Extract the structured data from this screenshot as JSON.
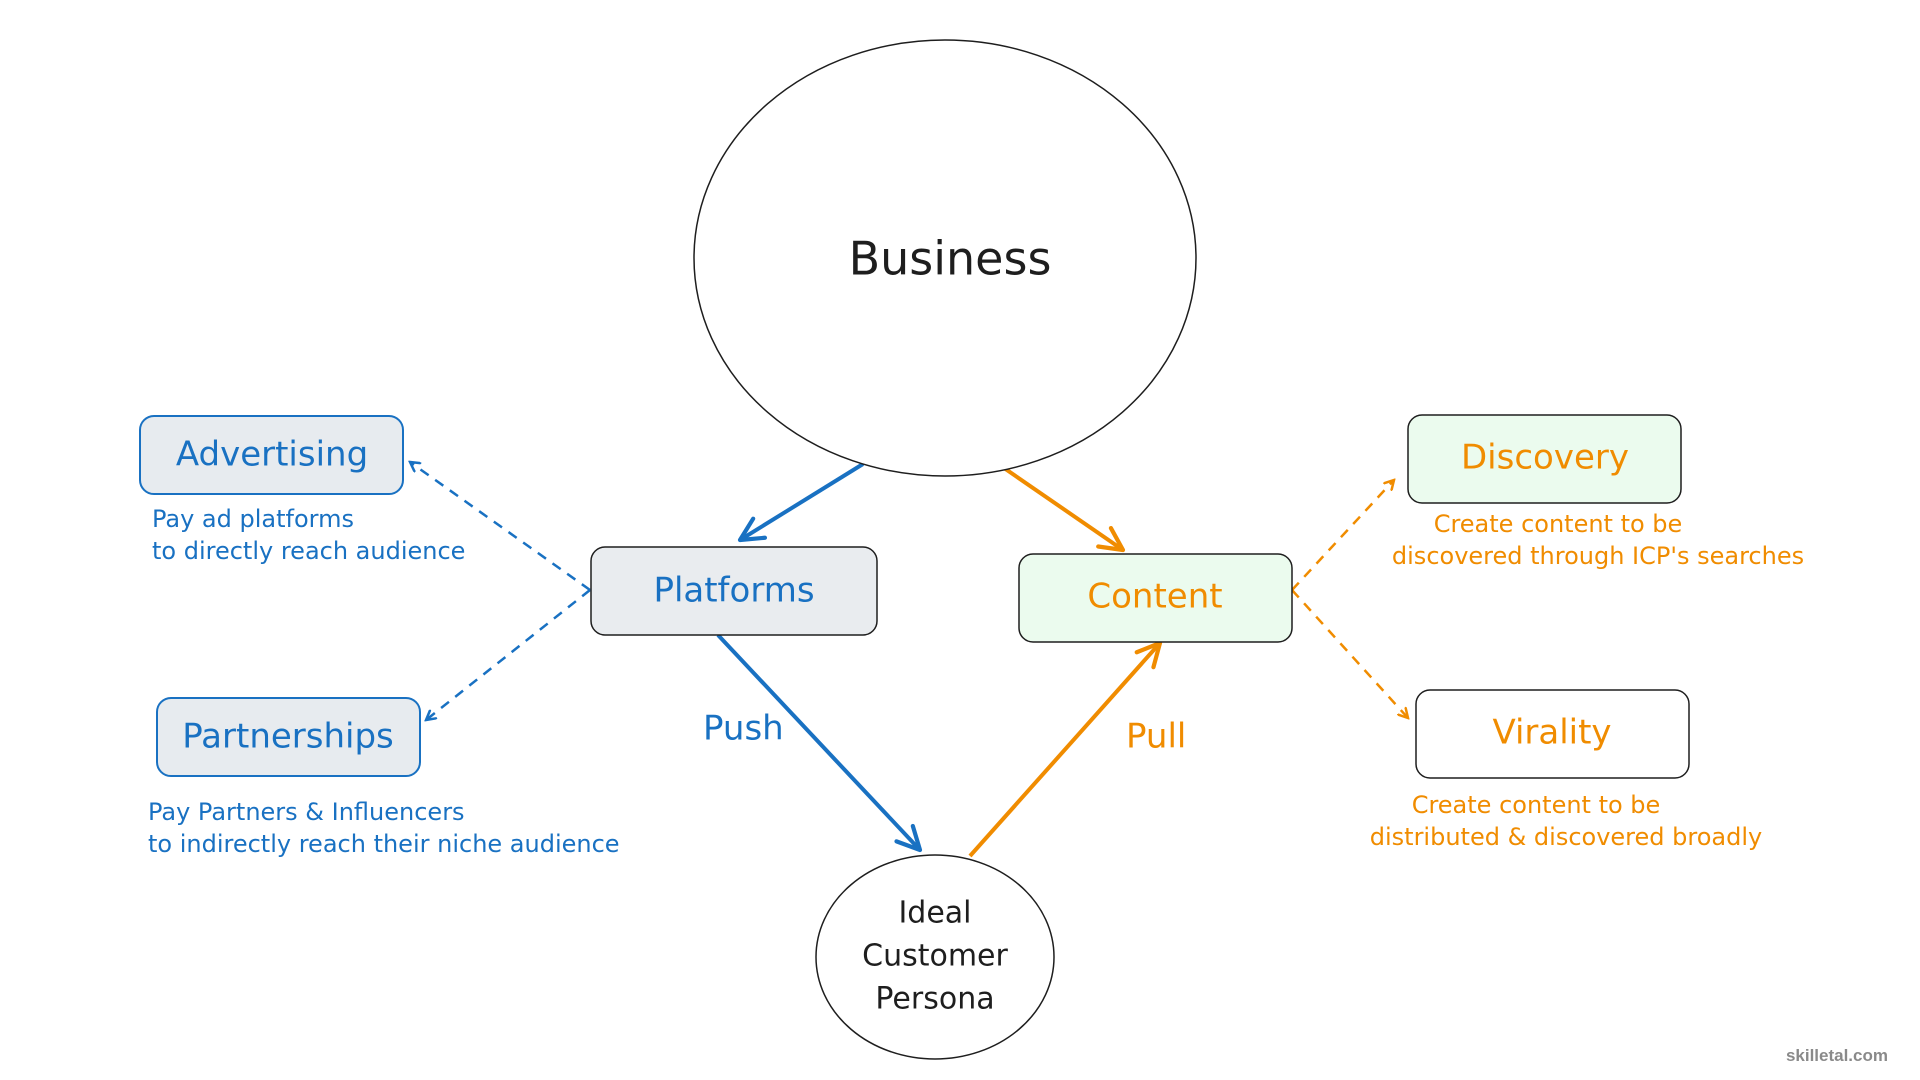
{
  "colors": {
    "push": "#1971c2",
    "pull": "#f08c00",
    "ink": "#1e1e1e",
    "platforms_fill": "#e9ecef",
    "advertising_fill": "#e7ebef",
    "content_fill": "#ebfbee",
    "discovery_fill": "#ebfbee"
  },
  "nodes": {
    "business": "Business",
    "platforms": "Platforms",
    "content": "Content",
    "advertising": "Advertising",
    "partnerships": "Partnerships",
    "discovery": "Discovery",
    "virality": "Virality",
    "icp_line1": "Ideal",
    "icp_line2": "Customer",
    "icp_line3": "Persona"
  },
  "edges": {
    "push": "Push",
    "pull": "Pull"
  },
  "notes": {
    "advertising_1": "Pay ad platforms",
    "advertising_2": "to directly reach audience",
    "partnerships_1": "Pay Partners & Influencers",
    "partnerships_2": "to indirectly reach their niche audience",
    "discovery_1": "Create content to be",
    "discovery_2": "discovered through ICP's searches",
    "virality_1": "Create content to be",
    "virality_2": "distributed & discovered broadly"
  },
  "watermark": "skilletal.com"
}
